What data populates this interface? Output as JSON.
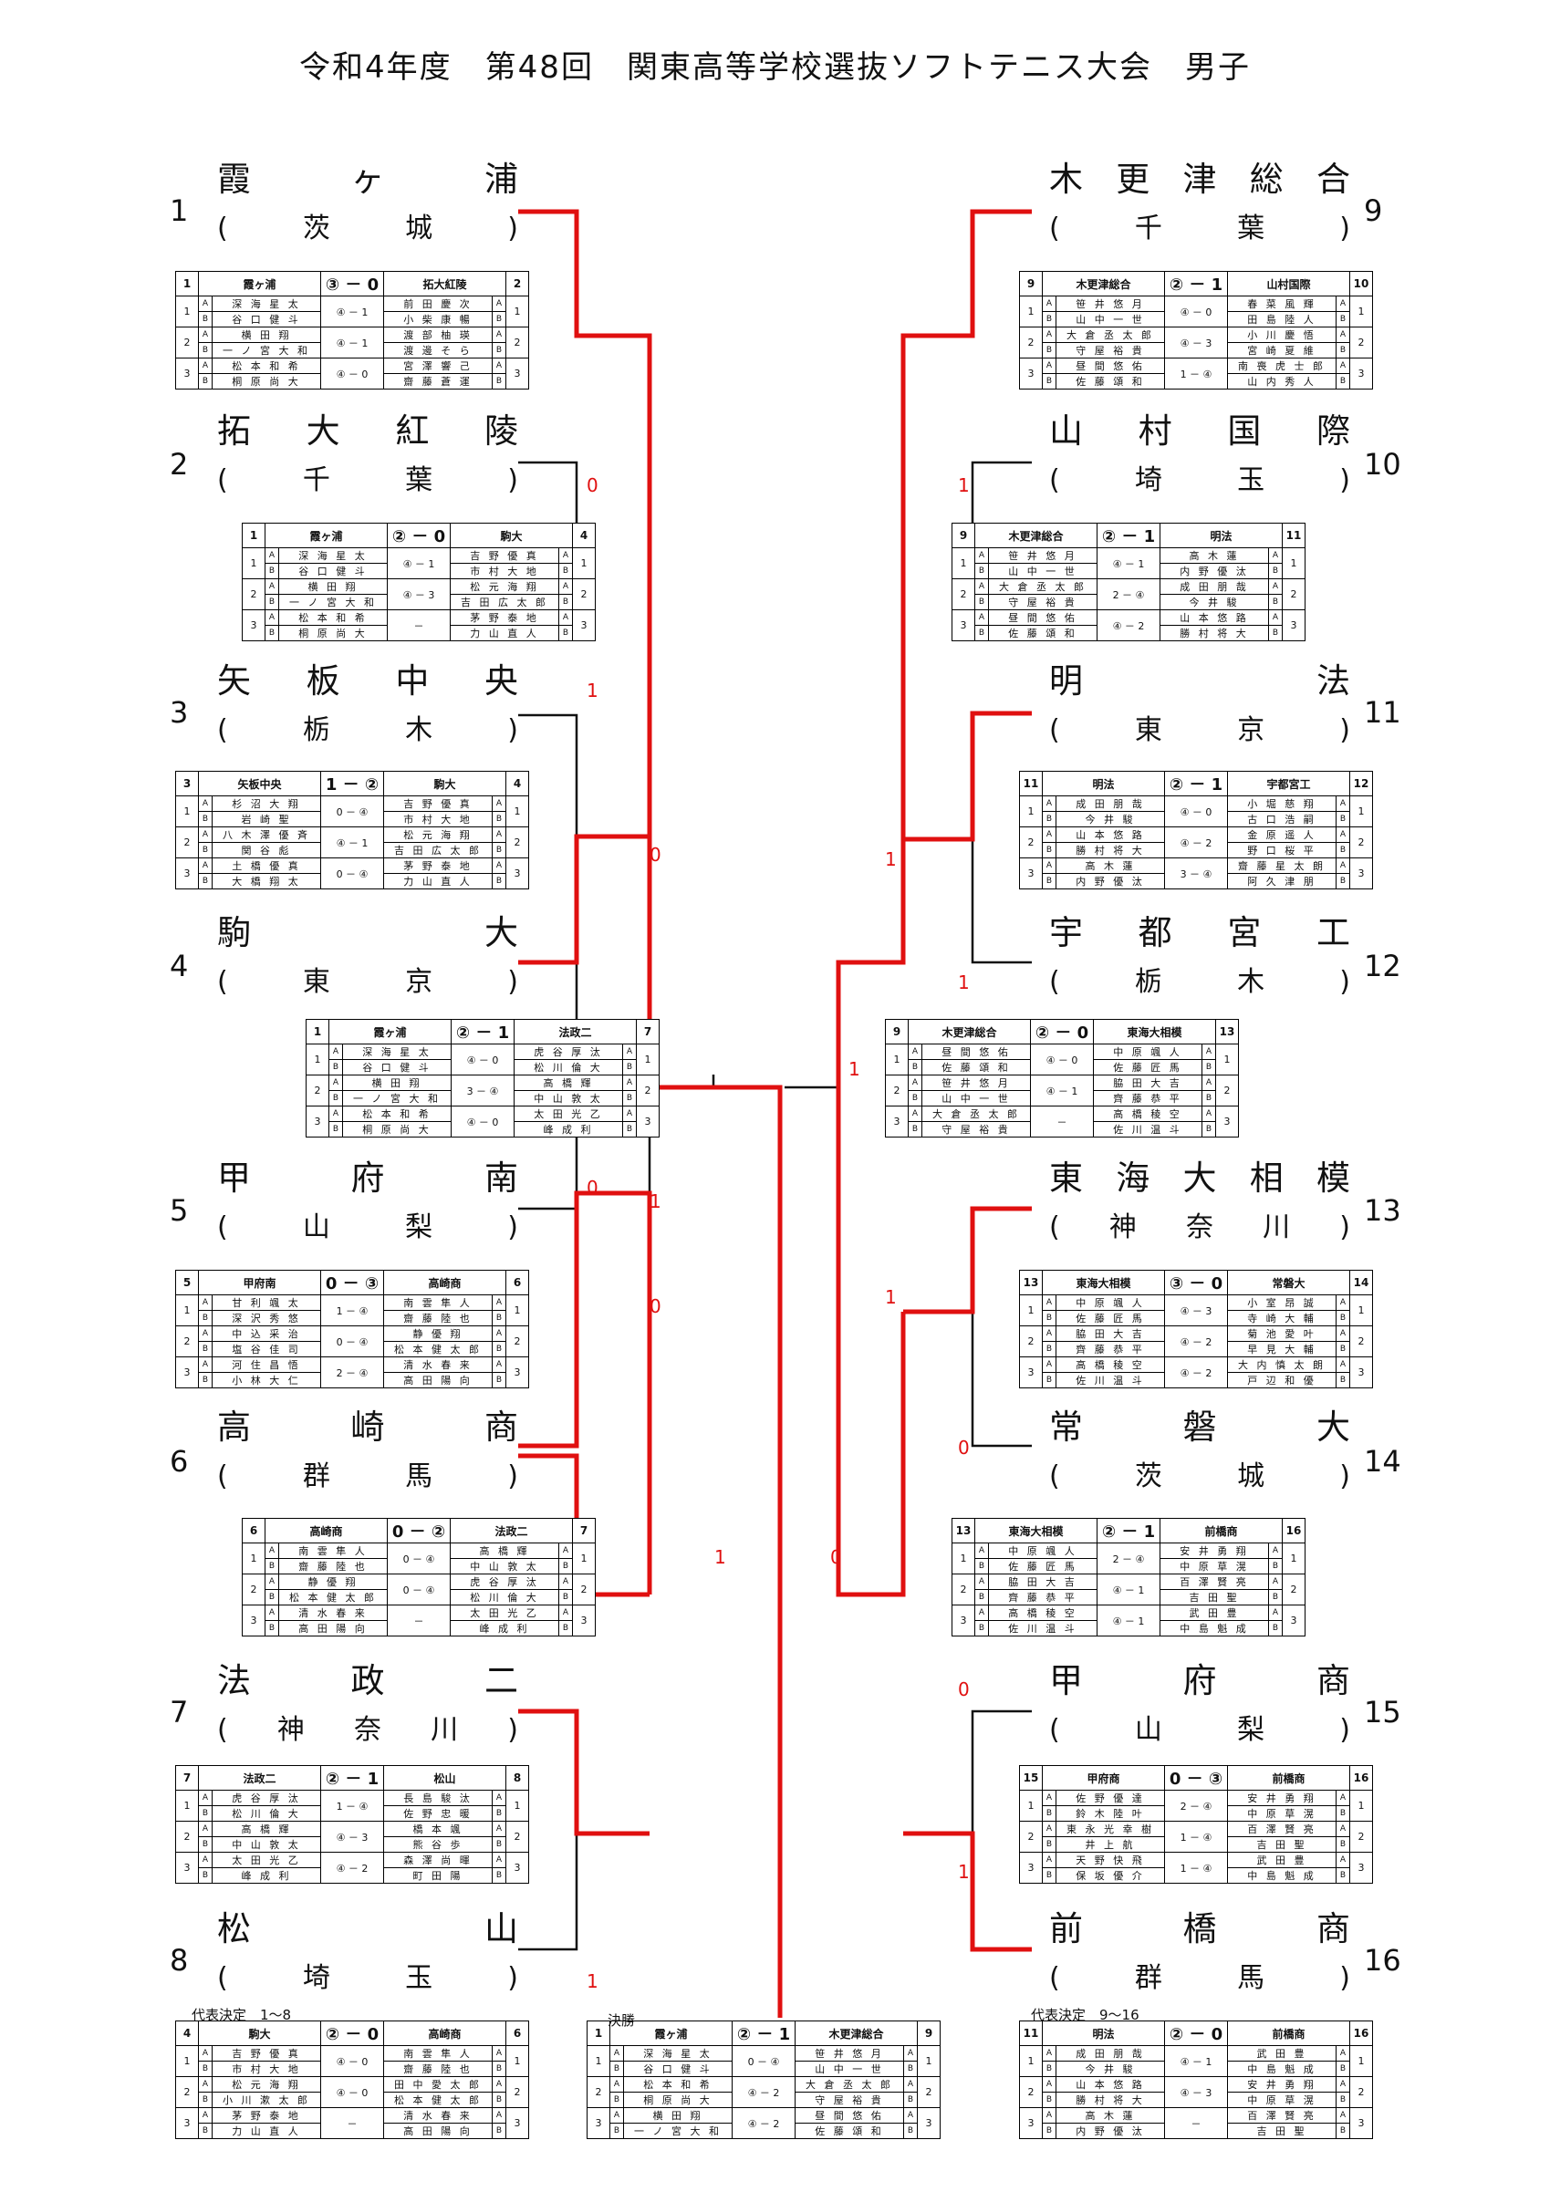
{
  "title": "令和4年度　第48回　関東高等学校選抜ソフトテニス大会　男子",
  "teams": [
    {
      "seed": "1",
      "name": "霞ヶ浦",
      "pref": "茨城"
    },
    {
      "seed": "2",
      "name": "拓大紅陵",
      "pref": "千葉"
    },
    {
      "seed": "3",
      "name": "矢板中央",
      "pref": "栃木"
    },
    {
      "seed": "4",
      "name": "駒大",
      "pref": "東京"
    },
    {
      "seed": "5",
      "name": "甲府南",
      "pref": "山梨"
    },
    {
      "seed": "6",
      "name": "高崎商",
      "pref": "群馬"
    },
    {
      "seed": "7",
      "name": "法政二",
      "pref": "神奈川"
    },
    {
      "seed": "8",
      "name": "松山",
      "pref": "埼玉"
    },
    {
      "seed": "9",
      "name": "木更津総合",
      "pref": "千葉"
    },
    {
      "seed": "10",
      "name": "山村国際",
      "pref": "埼玉"
    },
    {
      "seed": "11",
      "name": "明法",
      "pref": "東京"
    },
    {
      "seed": "12",
      "name": "宇都宮工",
      "pref": "栃木"
    },
    {
      "seed": "13",
      "name": "東海大相模",
      "pref": "神奈川"
    },
    {
      "seed": "14",
      "name": "常磐大",
      "pref": "茨城"
    },
    {
      "seed": "15",
      "name": "甲府商",
      "pref": "山梨"
    },
    {
      "seed": "16",
      "name": "前橋商",
      "pref": "群馬"
    }
  ],
  "bracket_scores": [
    "0",
    "1",
    "0",
    "1",
    "0",
    "0",
    "1",
    "1",
    "1",
    "1",
    "1",
    "1",
    "0",
    "0",
    "1",
    "0",
    "1"
  ],
  "captions": {
    "rep1": "代表決定　1～8",
    "final": "決勝",
    "rep2": "代表決定　9～16"
  },
  "matches": [
    {
      "ln": "1",
      "lt": "霞ヶ浦",
      "score": "③ － 0",
      "rt": "拓大紅陵",
      "rn": "2",
      "rows": [
        {
          "n": "1",
          "la": "深 海 星 太",
          "lb": "谷 口 健 斗",
          "s": "④ － 1",
          "ra": "前 田 慶 次",
          "rb": "小 柴 康 暢"
        },
        {
          "n": "2",
          "la": "横 田 翔",
          "lb": "一 ノ 宮 大 和",
          "s": "④ － 1",
          "ra": "渡 部 柚 瑛",
          "rb": "渡 邊 そ ら"
        },
        {
          "n": "3",
          "la": "松 本 和 希",
          "lb": "桐 原 尚 大",
          "s": "④ － 0",
          "ra": "宮 澤 響 己",
          "rb": "齋 藤 蒼 運"
        }
      ]
    },
    {
      "ln": "9",
      "lt": "木更津総合",
      "score": "② － 1",
      "rt": "山村国際",
      "rn": "10",
      "rows": [
        {
          "n": "1",
          "la": "笹 井 悠 月",
          "lb": "山 中 一 世",
          "s": "④ － 0",
          "ra": "春 菜 風 輝",
          "rb": "田 島 陸 人"
        },
        {
          "n": "2",
          "la": "大 倉 丞 太 郎",
          "lb": "守 屋 裕 貴",
          "s": "④ － 3",
          "ra": "小 川 慶 悟",
          "rb": "宮 崎 夏 維"
        },
        {
          "n": "3",
          "la": "昼 間 悠 佑",
          "lb": "佐 藤 頌 和",
          "s": "1 － ④",
          "ra": "南 喪 虎 士 郎",
          "rb": "山 内 秀 人"
        }
      ]
    },
    {
      "ln": "1",
      "lt": "霞ヶ浦",
      "score": "② － 0",
      "rt": "駒大",
      "rn": "4",
      "rows": [
        {
          "n": "1",
          "la": "深 海 星 太",
          "lb": "谷 口 健 斗",
          "s": "④ － 1",
          "ra": "吉 野 優 真",
          "rb": "市 村 大 地"
        },
        {
          "n": "2",
          "la": "横 田 翔",
          "lb": "一 ノ 宮 大 和",
          "s": "④ － 3",
          "ra": "松 元 海 翔",
          "rb": "吉 田 広 太 郎"
        },
        {
          "n": "3",
          "la": "松 本 和 希",
          "lb": "桐 原 尚 大",
          "s": "－",
          "ra": "茅 野 泰 地",
          "rb": "力 山 直 人"
        }
      ]
    },
    {
      "ln": "9",
      "lt": "木更津総合",
      "score": "② － 1",
      "rt": "明法",
      "rn": "11",
      "rows": [
        {
          "n": "1",
          "la": "笹 井 悠 月",
          "lb": "山 中 一 世",
          "s": "④ － 1",
          "ra": "高 木 蓮",
          "rb": "内 野 優 汰"
        },
        {
          "n": "2",
          "la": "大 倉 丞 太 郎",
          "lb": "守 屋 裕 貴",
          "s": "2 － ④",
          "ra": "成 田 朋 哉",
          "rb": "今 井 駿"
        },
        {
          "n": "3",
          "la": "昼 間 悠 佑",
          "lb": "佐 藤 頌 和",
          "s": "④ － 2",
          "ra": "山 本 悠 路",
          "rb": "勝 村 将 大"
        }
      ]
    },
    {
      "ln": "3",
      "lt": "矢板中央",
      "score": "1 － ②",
      "rt": "駒大",
      "rn": "4",
      "rows": [
        {
          "n": "1",
          "la": "杉 沼 大 翔",
          "lb": "岩 崎 聖",
          "s": "0 － ④",
          "ra": "吉 野 優 真",
          "rb": "市 村 大 地"
        },
        {
          "n": "2",
          "la": "八 木 澤 優 斉",
          "lb": "関 谷 彪",
          "s": "④ － 1",
          "ra": "松 元 海 翔",
          "rb": "吉 田 広 太 郎"
        },
        {
          "n": "3",
          "la": "土 橋 優 真",
          "lb": "大 橋 翔 太",
          "s": "0 － ④",
          "ra": "茅 野 泰 地",
          "rb": "力 山 直 人"
        }
      ]
    },
    {
      "ln": "11",
      "lt": "明法",
      "score": "② － 1",
      "rt": "宇都宮工",
      "rn": "12",
      "rows": [
        {
          "n": "1",
          "la": "成 田 朋 哉",
          "lb": "今 井 駿",
          "s": "④ － 0",
          "ra": "小 堀 慈 翔",
          "rb": "古 口 浩 嗣"
        },
        {
          "n": "2",
          "la": "山 本 悠 路",
          "lb": "勝 村 将 大",
          "s": "④ － 2",
          "ra": "金 原 遥 人",
          "rb": "野 口 桜 平"
        },
        {
          "n": "3",
          "la": "高 木 蓮",
          "lb": "内 野 優 汰",
          "s": "3 － ④",
          "ra": "齋 藤 星 太 朗",
          "rb": "阿 久 津 朋"
        }
      ]
    },
    {
      "ln": "1",
      "lt": "霞ヶ浦",
      "score": "② － 1",
      "rt": "法政二",
      "rn": "7",
      "rows": [
        {
          "n": "1",
          "la": "深 海 星 太",
          "lb": "谷 口 健 斗",
          "s": "④ － 0",
          "ra": "虎 谷 厚 汰",
          "rb": "松 川 倫 大"
        },
        {
          "n": "2",
          "la": "横 田 翔",
          "lb": "一 ノ 宮 大 和",
          "s": "3 － ④",
          "ra": "高 橋 輝",
          "rb": "中 山 敦 太"
        },
        {
          "n": "3",
          "la": "松 本 和 希",
          "lb": "桐 原 尚 大",
          "s": "④ － 0",
          "ra": "太 田 光 乙",
          "rb": "峰 成 利"
        }
      ]
    },
    {
      "ln": "9",
      "lt": "木更津総合",
      "score": "② － 0",
      "rt": "東海大相模",
      "rn": "13",
      "rows": [
        {
          "n": "1",
          "la": "昼 間 悠 佑",
          "lb": "佐 藤 頌 和",
          "s": "④ － 0",
          "ra": "中 原 颯 人",
          "rb": "佐 藤 匠 馬"
        },
        {
          "n": "2",
          "la": "笹 井 悠 月",
          "lb": "山 中 一 世",
          "s": "④ － 1",
          "ra": "脇 田 大 吉",
          "rb": "齊 藤 恭 平"
        },
        {
          "n": "3",
          "la": "大 倉 丞 太 郎",
          "lb": "守 屋 裕 貴",
          "s": "－",
          "ra": "高 橋 稜 空",
          "rb": "佐 川 温 斗"
        }
      ]
    },
    {
      "ln": "5",
      "lt": "甲府南",
      "score": "0 － ③",
      "rt": "高崎商",
      "rn": "6",
      "rows": [
        {
          "n": "1",
          "la": "甘 利 颯 太",
          "lb": "深 沢 秀 悠",
          "s": "1 － ④",
          "ra": "南 雲 隼 人",
          "rb": "齋 藤 陸 也"
        },
        {
          "n": "2",
          "la": "中 込 采 治",
          "lb": "塩 谷 佳 司",
          "s": "0 － ④",
          "ra": "静 優 翔",
          "rb": "松 本 健 太 郎"
        },
        {
          "n": "3",
          "la": "河 住 昌 悟",
          "lb": "小 林 大 仁",
          "s": "2 － ④",
          "ra": "清 水 春 来",
          "rb": "高 田 陽 向"
        }
      ]
    },
    {
      "ln": "13",
      "lt": "東海大相模",
      "score": "③ － 0",
      "rt": "常磐大",
      "rn": "14",
      "rows": [
        {
          "n": "1",
          "la": "中 原 颯 人",
          "lb": "佐 藤 匠 馬",
          "s": "④ － 3",
          "ra": "小 室 昂 誠",
          "rb": "寺 崎 大 輔"
        },
        {
          "n": "2",
          "la": "脇 田 大 吉",
          "lb": "齊 藤 恭 平",
          "s": "④ － 2",
          "ra": "菊 池 愛 叶",
          "rb": "早 見 大 輔"
        },
        {
          "n": "3",
          "la": "高 橋 稜 空",
          "lb": "佐 川 温 斗",
          "s": "④ － 2",
          "ra": "大 内 慎 太 朗",
          "rb": "戸 辺 和 優"
        }
      ]
    },
    {
      "ln": "6",
      "lt": "高崎商",
      "score": "0 － ②",
      "rt": "法政二",
      "rn": "7",
      "rows": [
        {
          "n": "1",
          "la": "南 雲 隼 人",
          "lb": "齋 藤 陸 也",
          "s": "0 － ④",
          "ra": "高 橋 輝",
          "rb": "中 山 敦 太"
        },
        {
          "n": "2",
          "la": "静 優 翔",
          "lb": "松 本 健 太 郎",
          "s": "0 － ④",
          "ra": "虎 谷 厚 汰",
          "rb": "松 川 倫 大"
        },
        {
          "n": "3",
          "la": "清 水 春 来",
          "lb": "高 田 陽 向",
          "s": "－",
          "ra": "太 田 光 乙",
          "rb": "峰 成 利"
        }
      ]
    },
    {
      "ln": "13",
      "lt": "東海大相模",
      "score": "② － 1",
      "rt": "前橋商",
      "rn": "16",
      "rows": [
        {
          "n": "1",
          "la": "中 原 颯 人",
          "lb": "佐 藤 匠 馬",
          "s": "2 － ④",
          "ra": "安 井 勇 翔",
          "rb": "中 原 草 滉"
        },
        {
          "n": "2",
          "la": "脇 田 大 吉",
          "lb": "齊 藤 恭 平",
          "s": "④ － 1",
          "ra": "百 澤 賢 亮",
          "rb": "吉 田 聖"
        },
        {
          "n": "3",
          "la": "高 橋 稜 空",
          "lb": "佐 川 温 斗",
          "s": "④ － 1",
          "ra": "武 田 豊",
          "rb": "中 島 魁 成"
        }
      ]
    },
    {
      "ln": "7",
      "lt": "法政二",
      "score": "② － 1",
      "rt": "松山",
      "rn": "8",
      "rows": [
        {
          "n": "1",
          "la": "虎 谷 厚 汰",
          "lb": "松 川 倫 大",
          "s": "1 － ④",
          "ra": "長 島 駿 汰",
          "rb": "佐 野 忠 暖"
        },
        {
          "n": "2",
          "la": "高 橋 輝",
          "lb": "中 山 敦 太",
          "s": "④ － 3",
          "ra": "橋 本 颯",
          "rb": "熊 谷 歩"
        },
        {
          "n": "3",
          "la": "太 田 光 乙",
          "lb": "峰 成 利",
          "s": "④ － 2",
          "ra": "森 澤 尚 暉",
          "rb": "町 田 陽"
        }
      ]
    },
    {
      "ln": "15",
      "lt": "甲府商",
      "score": "0 － ③",
      "rt": "前橋商",
      "rn": "16",
      "rows": [
        {
          "n": "1",
          "la": "佐 野 優 達",
          "lb": "鈴 木 陸 叶",
          "s": "2 － ④",
          "ra": "安 井 勇 翔",
          "rb": "中 原 草 滉"
        },
        {
          "n": "2",
          "la": "東 永 光 幸 樹",
          "lb": "井 上 航",
          "s": "1 － ④",
          "ra": "百 澤 賢 亮",
          "rb": "吉 田 聖"
        },
        {
          "n": "3",
          "la": "天 野 快 飛",
          "lb": "保 坂 優 介",
          "s": "1 － ④",
          "ra": "武 田 豊",
          "rb": "中 島 魁 成"
        }
      ]
    },
    {
      "ln": "4",
      "lt": "駒大",
      "score": "② － 0",
      "rt": "高崎商",
      "rn": "6",
      "rows": [
        {
          "n": "1",
          "la": "吉 野 優 真",
          "lb": "市 村 大 地",
          "s": "④ － 0",
          "ra": "南 雲 隼 人",
          "rb": "齋 藤 陸 也"
        },
        {
          "n": "2",
          "la": "松 元 海 翔",
          "lb": "小 川 漱 太 郎",
          "s": "④ － 0",
          "ra": "田 中 愛 太 郎",
          "rb": "松 本 健 太 郎"
        },
        {
          "n": "3",
          "la": "茅 野 泰 地",
          "lb": "力 山 直 人",
          "s": "－",
          "ra": "清 水 春 来",
          "rb": "高 田 陽 向"
        }
      ]
    },
    {
      "ln": "1",
      "lt": "霞ヶ浦",
      "score": "② － 1",
      "rt": "木更津総合",
      "rn": "9",
      "rows": [
        {
          "n": "1",
          "la": "深 海 星 太",
          "lb": "谷 口 健 斗",
          "s": "0 － ④",
          "ra": "笹 井 悠 月",
          "rb": "山 中 一 世"
        },
        {
          "n": "2",
          "la": "松 本 和 希",
          "lb": "桐 原 尚 大",
          "s": "④ － 2",
          "ra": "大 倉 丞 太 郎",
          "rb": "守 屋 裕 貴"
        },
        {
          "n": "3",
          "la": "横 田 翔",
          "lb": "一 ノ 宮 大 和",
          "s": "④ － 2",
          "ra": "昼 間 悠 佑",
          "rb": "佐 藤 頌 和"
        }
      ]
    },
    {
      "ln": "11",
      "lt": "明法",
      "score": "② － 0",
      "rt": "前橋商",
      "rn": "16",
      "rows": [
        {
          "n": "1",
          "la": "成 田 朋 哉",
          "lb": "今 井 駿",
          "s": "④ － 1",
          "ra": "武 田 豊",
          "rb": "中 島 魁 成"
        },
        {
          "n": "2",
          "la": "山 本 悠 路",
          "lb": "勝 村 将 大",
          "s": "④ － 3",
          "ra": "安 井 勇 翔",
          "rb": "中 原 草 滉"
        },
        {
          "n": "3",
          "la": "高 木 蓮",
          "lb": "内 野 優 汰",
          "s": "－",
          "ra": "百 澤 賢 亮",
          "rb": "吉 田 聖"
        }
      ]
    }
  ]
}
